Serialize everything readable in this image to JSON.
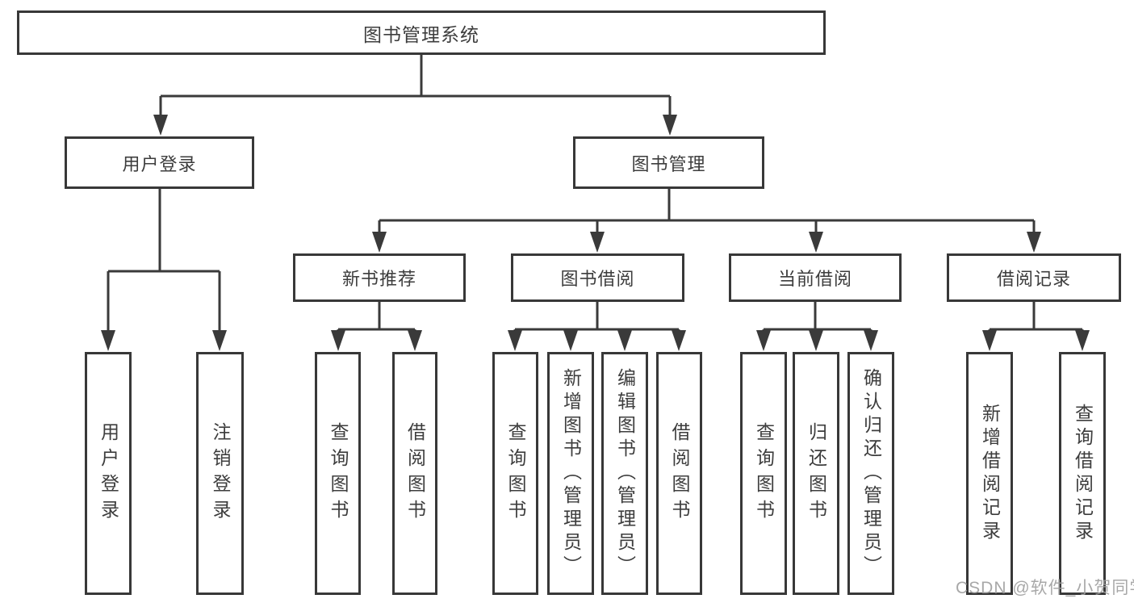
{
  "diagram": {
    "type": "hierarchy-tree",
    "colors": {
      "line": "#3a3a3a",
      "box_border": "#383838",
      "text": "#3d3d3d",
      "background": "#ffffff",
      "watermark": "#9e9e9e"
    },
    "watermark": "CSDN @软件_小贺同学",
    "tree": {
      "label": "图书管理系统",
      "children": [
        {
          "label": "用户登录",
          "children": [
            {
              "label": "用户登录"
            },
            {
              "label": "注销登录"
            }
          ]
        },
        {
          "label": "图书管理",
          "children": [
            {
              "label": "新书推荐",
              "children": [
                {
                  "label": "查询图书"
                },
                {
                  "label": "借阅图书"
                }
              ]
            },
            {
              "label": "图书借阅",
              "children": [
                {
                  "label": "查询图书"
                },
                {
                  "label": "新增图书（管理员）"
                },
                {
                  "label": "编辑图书（管理员）"
                },
                {
                  "label": "借阅图书"
                }
              ]
            },
            {
              "label": "当前借阅",
              "children": [
                {
                  "label": "查询图书"
                },
                {
                  "label": "归还图书"
                },
                {
                  "label": "确认归还（管理员）"
                }
              ]
            },
            {
              "label": "借阅记录",
              "children": [
                {
                  "label": "新增借阅记录"
                },
                {
                  "label": "查询借阅记录"
                }
              ]
            }
          ]
        }
      ]
    }
  }
}
